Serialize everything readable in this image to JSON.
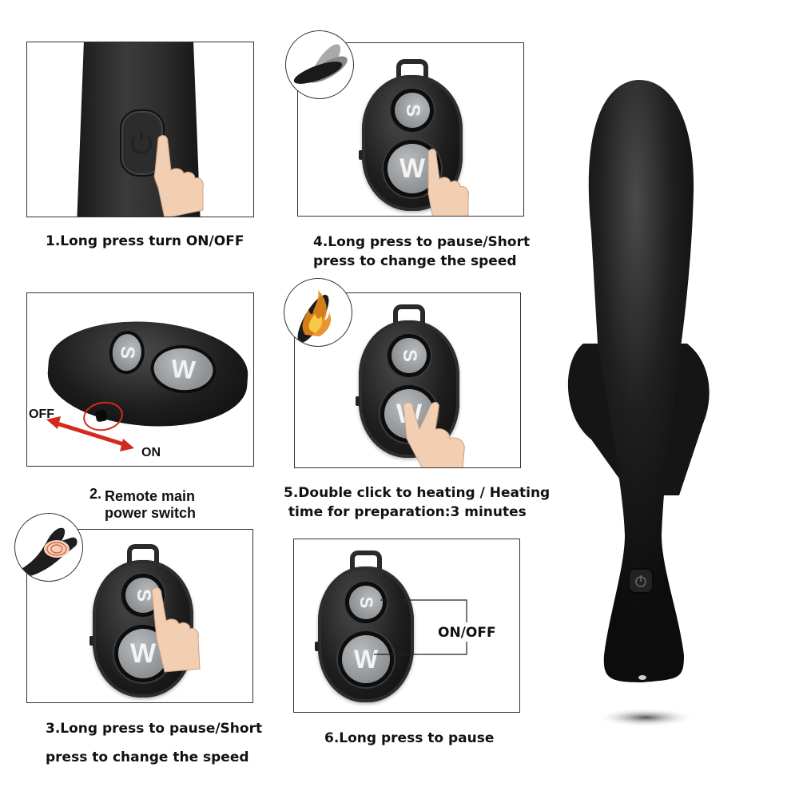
{
  "steps": [
    {
      "id": 1,
      "caption": "1.Long press turn ON/OFF"
    },
    {
      "id": 2,
      "number": "2.",
      "caption_line1": "Remote main",
      "caption_line2": "power switch",
      "labels": {
        "off": "OFF",
        "on": "ON"
      }
    },
    {
      "id": 3,
      "caption_line1": "3.Long press to pause/Short",
      "caption_line2": "press to change the speed"
    },
    {
      "id": 4,
      "caption_line1": "4.Long press to pause/Short",
      "caption_line2": "press to change the speed"
    },
    {
      "id": 5,
      "caption_line1": "5.Double click to heating / Heating",
      "caption_line2": " time for preparation:3 minutes"
    },
    {
      "id": 6,
      "caption": "6.Long press to pause",
      "callout": "ON/OFF"
    }
  ],
  "remote": {
    "button_small": "S",
    "button_large": "W"
  },
  "icons": {
    "power": "power-icon",
    "hand": "pointing-hand-icon",
    "flame": "flame-icon",
    "vibration": "vibration-icon",
    "arrow": "double-arrow-icon"
  },
  "colors": {
    "device": "#1c1c1c",
    "button_gray": "#8e9194",
    "accent_red": "#d42a1e",
    "border": "#333333"
  }
}
